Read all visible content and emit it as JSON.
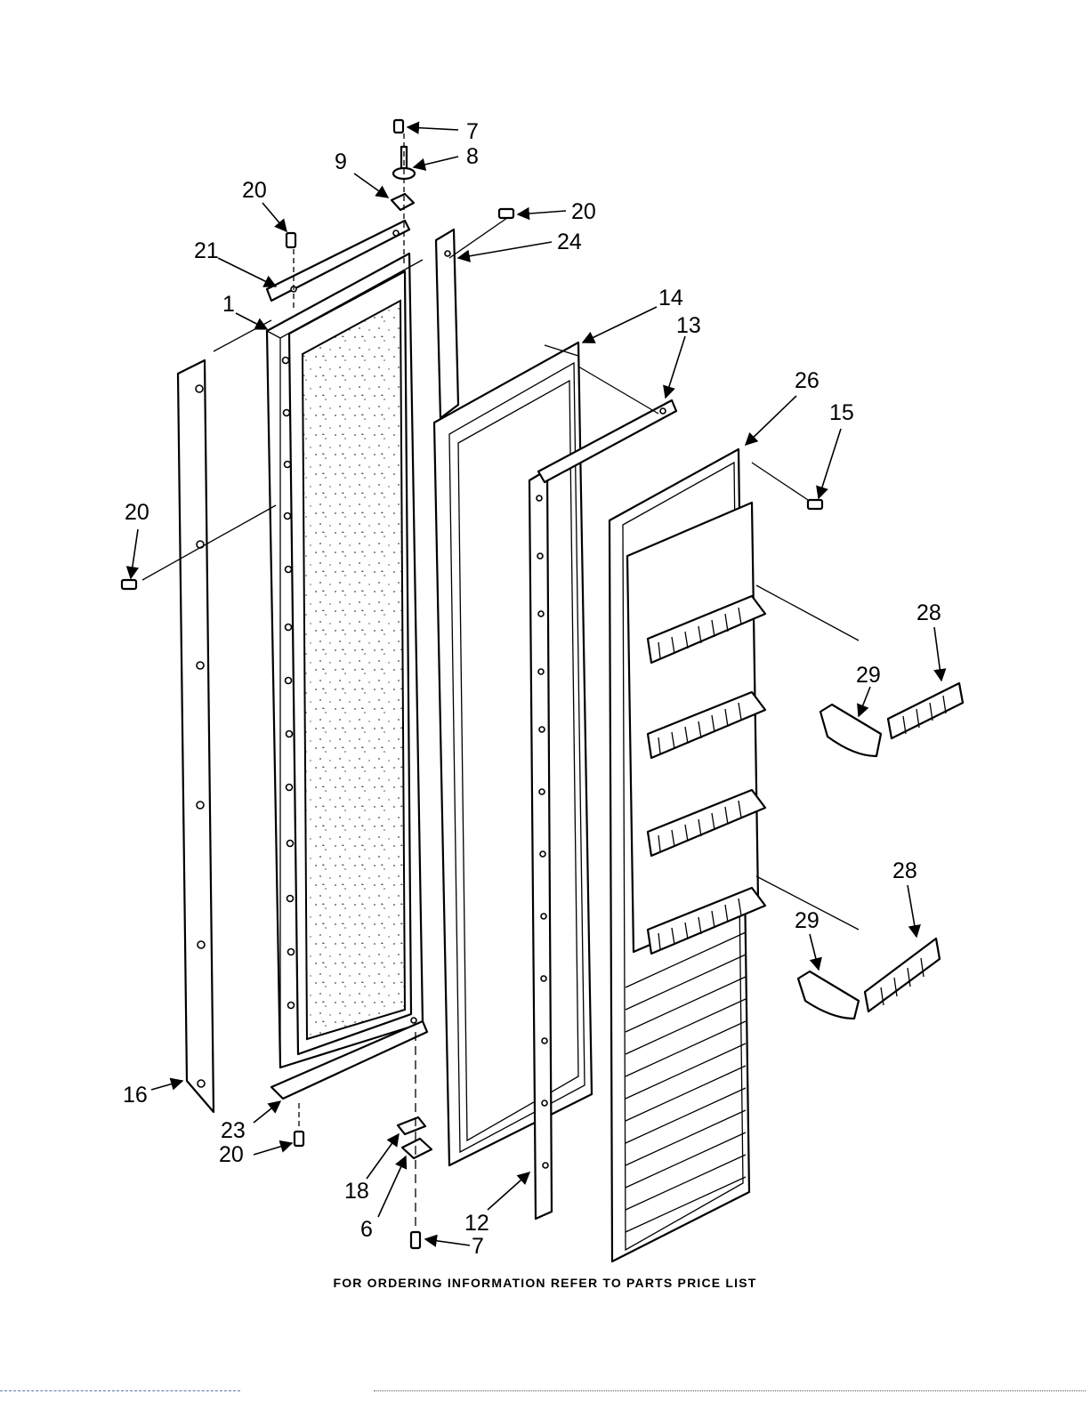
{
  "diagram": {
    "footer_note": "FOR ORDERING INFORMATION REFER TO PARTS PRICE LIST",
    "callouts": [
      {
        "id": "c7a",
        "label": "7"
      },
      {
        "id": "c8",
        "label": "8"
      },
      {
        "id": "c9",
        "label": "9"
      },
      {
        "id": "c20a",
        "label": "20"
      },
      {
        "id": "c20b",
        "label": "20"
      },
      {
        "id": "c24",
        "label": "24"
      },
      {
        "id": "c21",
        "label": "21"
      },
      {
        "id": "c1",
        "label": "1"
      },
      {
        "id": "c14",
        "label": "14"
      },
      {
        "id": "c13",
        "label": "13"
      },
      {
        "id": "c26",
        "label": "26"
      },
      {
        "id": "c15",
        "label": "15"
      },
      {
        "id": "c20c",
        "label": "20"
      },
      {
        "id": "c28a",
        "label": "28"
      },
      {
        "id": "c29a",
        "label": "29"
      },
      {
        "id": "c28b",
        "label": "28"
      },
      {
        "id": "c29b",
        "label": "29"
      },
      {
        "id": "c16",
        "label": "16"
      },
      {
        "id": "c23",
        "label": "23"
      },
      {
        "id": "c20d",
        "label": "20"
      },
      {
        "id": "c18",
        "label": "18"
      },
      {
        "id": "c6",
        "label": "6"
      },
      {
        "id": "c12",
        "label": "12"
      },
      {
        "id": "c7b",
        "label": "7"
      }
    ]
  }
}
